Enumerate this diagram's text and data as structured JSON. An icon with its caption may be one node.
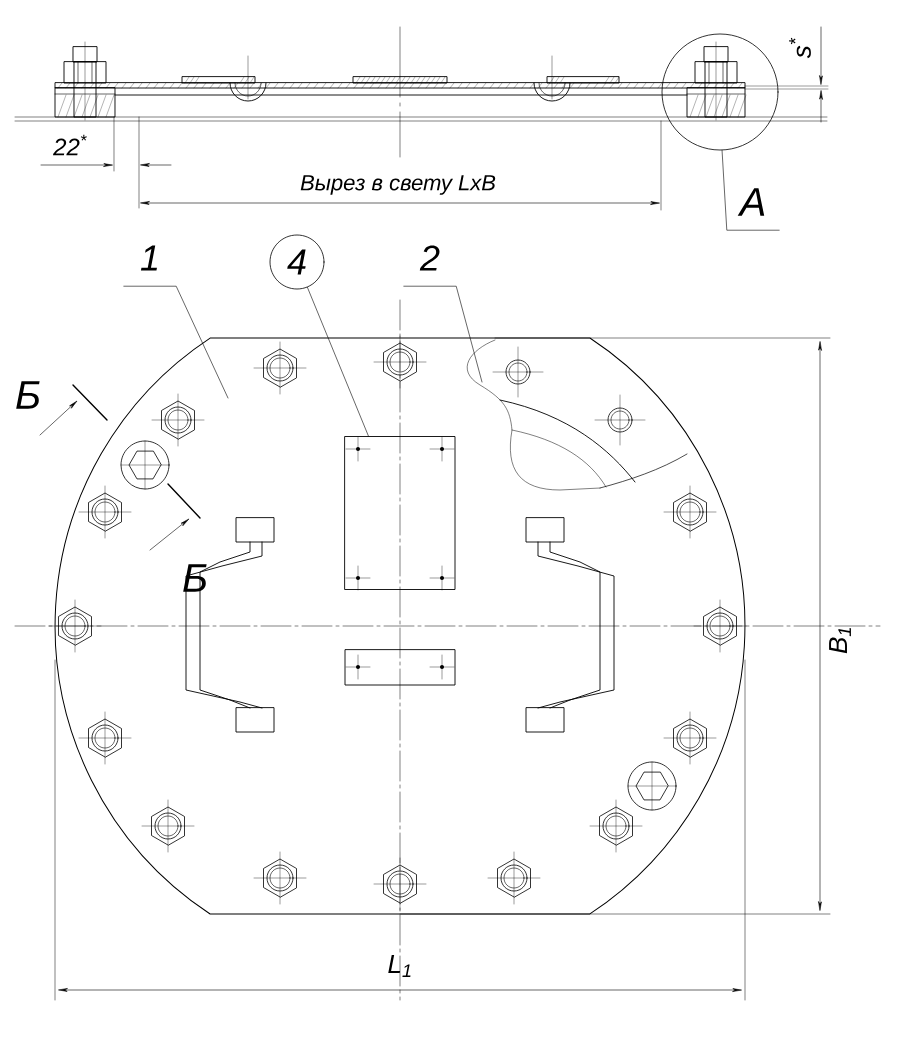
{
  "diagram": {
    "nodes": [
      {
        "text": [
          "А"
        ]
      },
      {
        "text": [],
        "shape": "circle"
      },
      {
        "text": [
          "1"
        ]
      },
      {
        "text": [
          "4"
        ]
      },
      {
        "text": [],
        "shape": "box"
      },
      {
        "text": [
          "2"
        ]
      }
    ],
    "edges": [
      {
        "from": 0,
        "to": 1,
        "arrow": "none"
      },
      {
        "from": 2,
        "to": null,
        "arrow": "none"
      },
      {
        "from": 3,
        "to": 4,
        "arrow": "none"
      },
      {
        "from": 5,
        "to": null,
        "arrow": "none"
      }
    ],
    "labels": [
      "s$^{*}$",
      "22$^{*}$",
      "Вырез в свету LxB",
      "Б",
      "Б",
      "B$_{1}$",
      "L$_{1}$"
    ]
  }
}
